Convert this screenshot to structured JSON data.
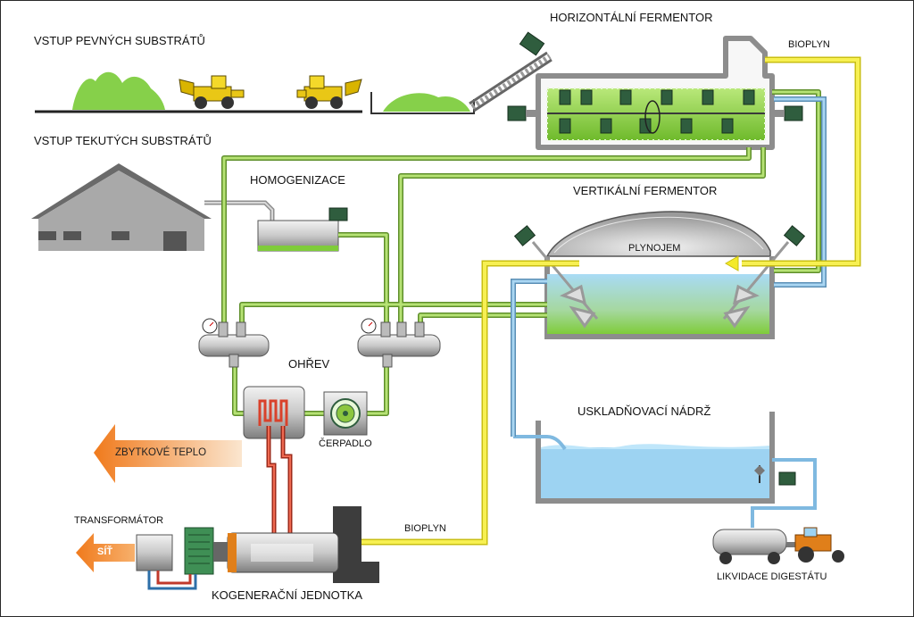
{
  "labels": {
    "solid_input": "VSTUP PEVNÝCH SUBSTRÁTŮ",
    "liquid_input": "VSTUP TEKUTÝCH SUBSTRÁTŮ",
    "horizontal_fermenter": "HORIZONTÁLNÍ FERMENTOR",
    "biogas_top": "BIOPLYN",
    "homogenization": "HOMOGENIZACE",
    "vertical_fermenter": "VERTIKÁLNÍ FERMENTOR",
    "gas_holder": "PLYNOJEM",
    "heating": "OHŘEV",
    "pump": "ČERPADLO",
    "storage_tank": "USKLADŇOVACÍ NÁDRŽ",
    "residual_heat": "ZBYTKOVÉ TEPLO",
    "transformer": "TRANSFORMÁTOR",
    "grid": "SÍŤ",
    "biogas_bottom": "BIOPLYN",
    "chp_unit": "KOGENERAČNÍ JEDNOTKA",
    "digestate_disposal": "LIKVIDACE DIGESTÁTU"
  },
  "colors": {
    "pipe_green": "#8cc63f",
    "pipe_yellow": "#f4ea2a",
    "pipe_blue": "#7fb9e0",
    "pipe_red": "#d9412b",
    "tank_grey": "#8d8d8d",
    "water_blue": "#9dd3f2",
    "biomass_green": "#7fcc3a",
    "arrow_orange": "#f08a2a"
  },
  "icons": [
    "loader-truck-icon",
    "conveyor-icon",
    "mixer-motor-icon",
    "agitator-icon",
    "pressure-gauge-icon",
    "heat-exchanger-icon",
    "pump-icon",
    "tractor-tanker-icon",
    "engine-generator-icon",
    "transformer-icon"
  ]
}
